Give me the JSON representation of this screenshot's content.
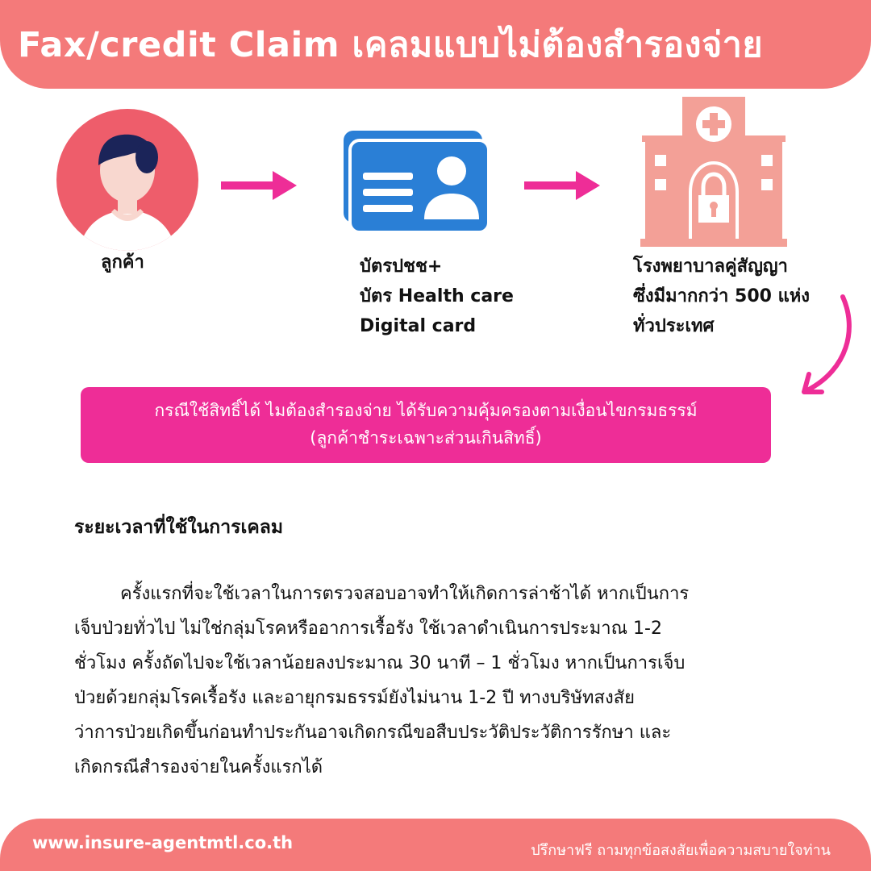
{
  "header": {
    "title": "Fax/credit Claim เคลมแบบไม่ต้องสำรองจ่าย"
  },
  "flow": {
    "customer": {
      "label": "ลูกค้า",
      "icon": "person-icon"
    },
    "card": {
      "lines": [
        "บัตรปชช+",
        "บัตร Health care",
        "Digital card"
      ],
      "icon": "id-card-icon"
    },
    "hospital": {
      "lines": [
        "โรงพยาบาลคู่สัญญา",
        "ซึ่งมีมากกว่า 500 แห่ง",
        "ทั่วประเทศ"
      ],
      "icon": "hospital-icon"
    }
  },
  "callout": {
    "line1": "กรณีใช้สิทธิ์ได้ ไมต้องสำรองจ่าย ได้รับความคุ้มครองตามเงื่อนไขกรมธรรม์",
    "line2": "(ลูกค้าชำระเฉพาะส่วนเกินสิทธิ์)"
  },
  "section": {
    "title": "ระยะเวลาที่ใช้ในการเคลม",
    "lines": [
      "ครั้งแรกที่จะใช้เวลาในการตรวจสอบอาจทำให้เกิดการล่าช้าได้ หากเป็นการ",
      "เจ็บป่วยทั่วไป ไม่ใช่กลุ่มโรคหรืออาการเรื้อรัง ใช้เวลาดำเนินการประมาณ 1-2",
      "ชั่วโมง ครั้งถัดไปจะใช้เวลาน้อยลงประมาณ 30 นาที – 1 ชั่วโมง หากเป็นการเจ็บ",
      "ป่วยด้วยกลุ่มโรคเรื้อรัง และอายุกรมธรรม์ยังไม่นาน 1-2 ปี ทางบริษัทสงสัย",
      "ว่าการป่วยเกิดขึ้นก่อนทำประกันอาจเกิดกรณีขอสืบประวัติประวัติการรักษา และ",
      "เกิดกรณีสำรองจ่ายในครั้งแรกได้"
    ]
  },
  "footer": {
    "url": "www.insure-agentmtl.co.th",
    "tagline": "ปรึกษาฟรี ถามทุกข้อสงสัยเพื่อความสบายใจท่าน"
  },
  "colors": {
    "header_bg": "#f47a7a",
    "accent_pink": "#ee2d97",
    "card_blue": "#2a7fd6",
    "hospital_salmon": "#f3a097"
  }
}
